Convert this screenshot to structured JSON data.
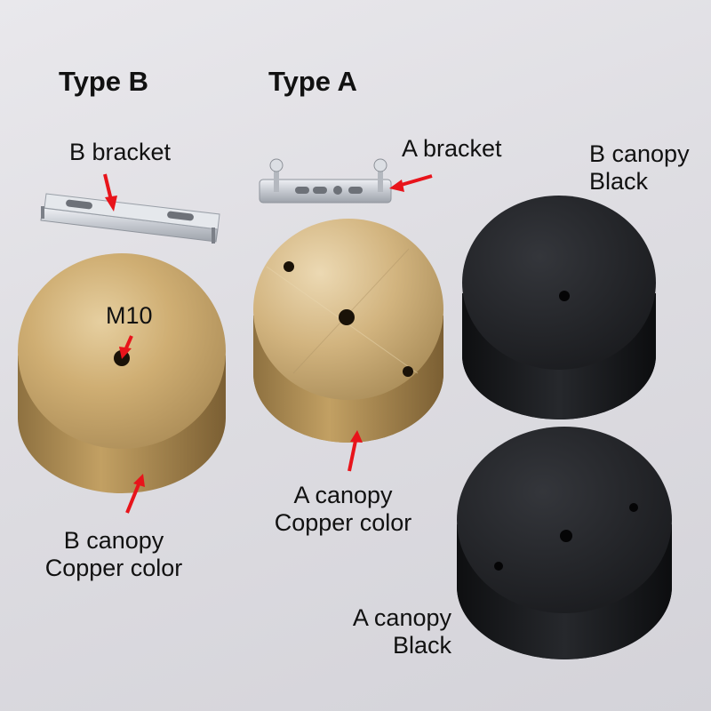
{
  "labels": {
    "type_b": "Type B",
    "type_a": "Type A",
    "b_bracket": "B bracket",
    "a_bracket": "A bracket",
    "b_canopy_black_line1": "B canopy",
    "b_canopy_black_line2": "Black",
    "m10": "M10",
    "a_canopy_copper_line1": "A canopy",
    "a_canopy_copper_line2": "Copper color",
    "b_canopy_copper_line1": "B canopy",
    "b_canopy_copper_line2": "Copper color",
    "a_canopy_black_line1": "A canopy",
    "a_canopy_black_line2": "Black"
  },
  "colors": {
    "background": "#e2e1e6",
    "copper": "#c8a66a",
    "black_canopy": "#1c1d20",
    "arrow": "#e8141b",
    "bracket_metal": "#c9cdd4"
  }
}
